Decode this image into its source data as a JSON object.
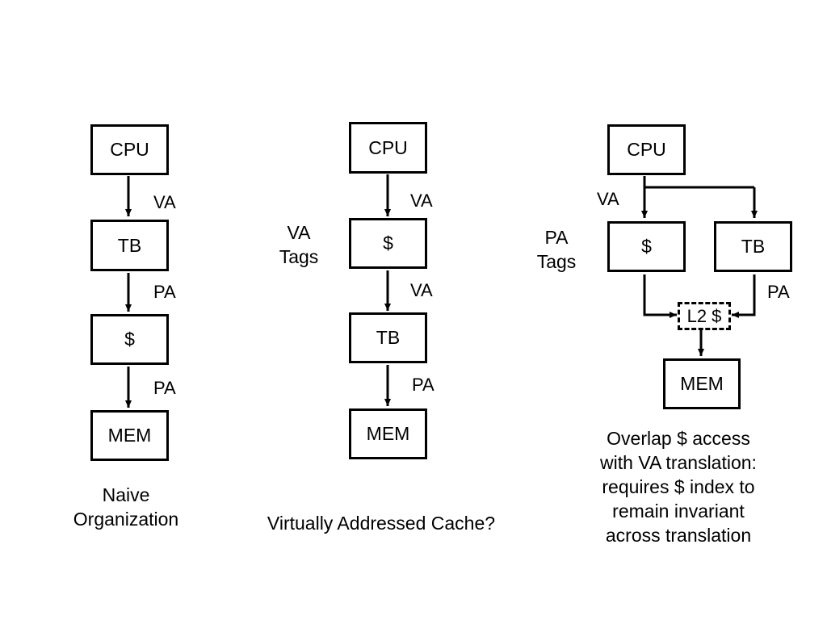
{
  "naive": {
    "cpu": "CPU",
    "tb": "TB",
    "cache": "$",
    "mem": "MEM",
    "va": "VA",
    "pa1": "PA",
    "pa2": "PA",
    "caption": [
      "Naive",
      "Organization"
    ]
  },
  "virtual": {
    "cpu": "CPU",
    "cache": "$",
    "tb": "TB",
    "mem": "MEM",
    "va1": "VA",
    "va2": "VA",
    "pa": "PA",
    "tags": [
      "VA",
      "Tags"
    ],
    "caption": "Virtually Addressed Cache?"
  },
  "overlap": {
    "cpu": "CPU",
    "cache": "$",
    "tb": "TB",
    "l2": "L2 $",
    "mem": "MEM",
    "va": "VA",
    "pa": "PA",
    "tags": [
      "PA",
      "Tags"
    ],
    "caption": [
      "Overlap $ access",
      "with VA translation:",
      "requires $ index to",
      "remain invariant",
      "across translation"
    ]
  }
}
